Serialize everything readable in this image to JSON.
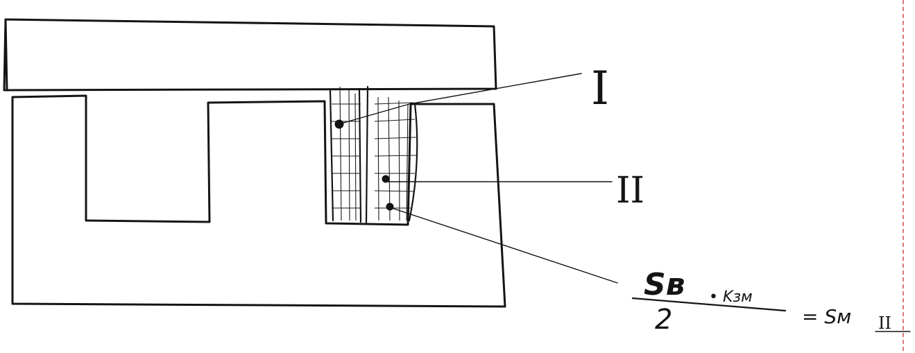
{
  "labels": {
    "one": "I",
    "two": "II",
    "numerator_main": "Sв",
    "numerator_coef": "• Kзм",
    "denominator": "2",
    "result": "= Sм",
    "result_sub": "II"
  }
}
